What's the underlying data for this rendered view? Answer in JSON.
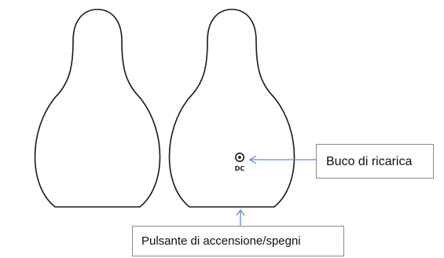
{
  "callouts": {
    "charging_port": "Buco di ricarica",
    "power_button": "Pulsante di accensione/spegni"
  },
  "port_symbol": {
    "text": "DC",
    "icon": "dc-power-jack-icon"
  },
  "colors": {
    "outline": "#1a1a1a",
    "arrow": "#5b8fd4",
    "box_border": "#8c8c8c",
    "text": "#111111"
  }
}
